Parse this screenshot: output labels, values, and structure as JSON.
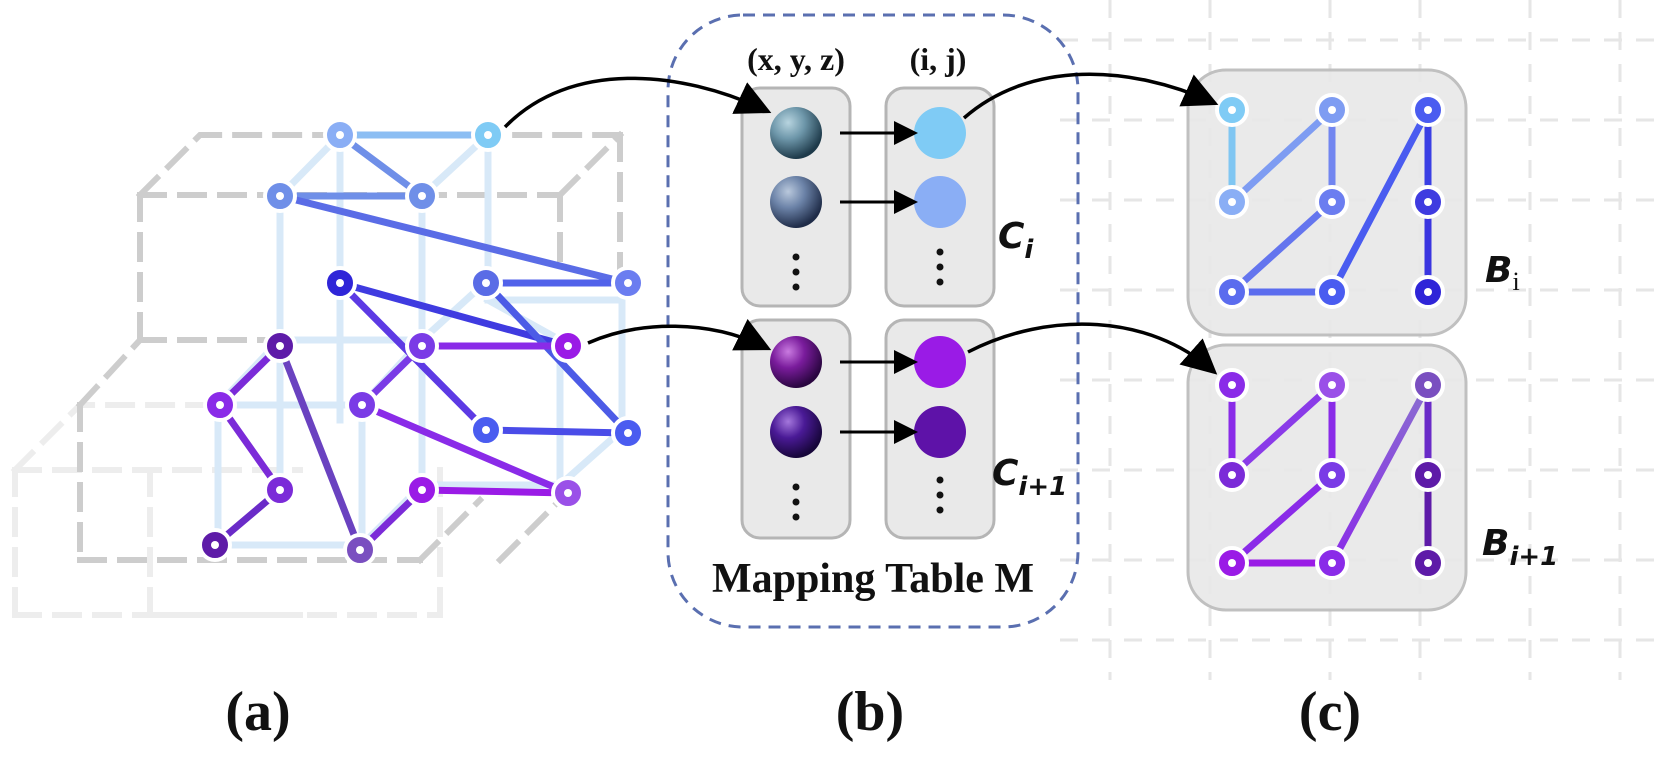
{
  "panels": {
    "a": {
      "caption": "(a)"
    },
    "b": {
      "caption": "(b)",
      "col_header_xyz": "(x, y, z)",
      "col_header_ij": "(i, j)",
      "table_title": "Mapping Table M",
      "upper_label_base": "C",
      "upper_label_sub": "i",
      "lower_label_base": "C",
      "lower_label_sub": "i+1"
    },
    "c": {
      "caption": "(c)",
      "upper_label_base": "B",
      "upper_label_sub": "i",
      "lower_label_base": "B",
      "lower_label_sub": "i+1"
    }
  },
  "colors": {
    "light_blue": "#7FCBF5",
    "sky_blue": "#8AAEF5",
    "periwinkle": "#6B7DF0",
    "royal_blue": "#4A5CF0",
    "indigo": "#2F25D8",
    "violet": "#8A2BE8",
    "purple": "#9A1BE6",
    "deep_purple": "#5E1BA8",
    "muted_purple": "#7A4FC0",
    "panel_fill": "#E9E9E9",
    "panel_stroke": "#B5B5B5",
    "dash_box": "#5A6FB0",
    "cube_dash": "#C8C8C8",
    "cube_edge": "#CFE4F7"
  },
  "icons": [
    "arrow-icon",
    "ellipsis-icon"
  ]
}
